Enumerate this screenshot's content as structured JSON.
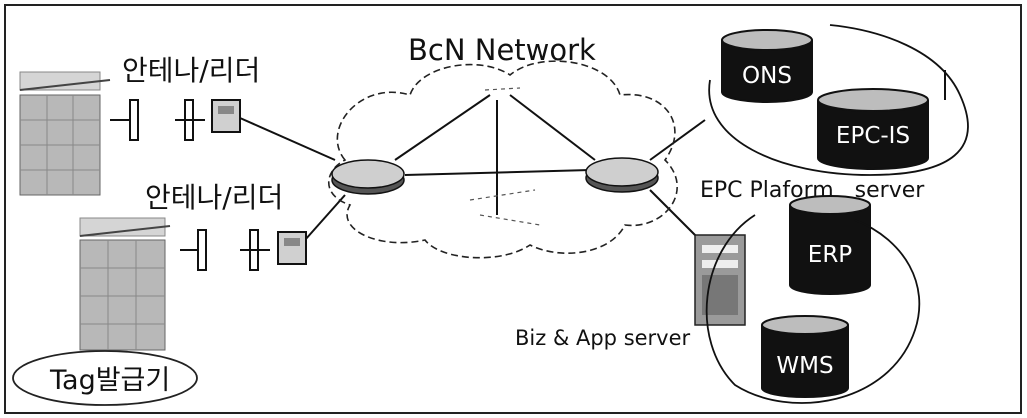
{
  "title": "BcN Network",
  "labels": {
    "antenna_reader_1": "안테나/리더",
    "antenna_reader_2": "안테나/리더",
    "epc_platform": "EPC Plaform   server",
    "biz_app": "Biz & App server",
    "tag_issuer": "Tag발급기"
  },
  "databases": {
    "ons": "ONS",
    "epc_is": "EPC-IS",
    "erp": "ERP",
    "wms": "WMS"
  },
  "icons": {
    "pallet": "pallet-icon",
    "antenna": "antenna-icon",
    "reader": "reader-icon",
    "router": "router-icon",
    "database": "database-icon",
    "server": "server-tower-icon",
    "cloud": "network-cloud-icon"
  },
  "colors": {
    "db_top": "#bdbdbd",
    "db_body": "#111111",
    "stroke": "#111111"
  }
}
